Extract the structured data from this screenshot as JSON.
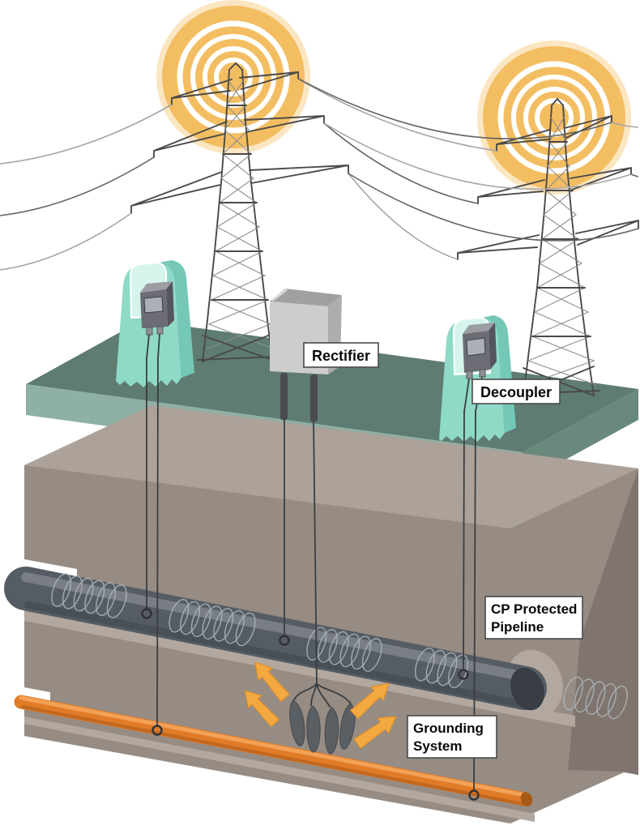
{
  "labels": {
    "rectifier": "Rectifier",
    "decoupler": "Decoupler",
    "pipeline_line1": "CP Protected",
    "pipeline_line2": "Pipeline",
    "grounding_line1": "Grounding",
    "grounding_line2": "System"
  },
  "colors": {
    "interference": "#F3BE62",
    "interference_glow": "#F7D190",
    "surface_top": "#5E7C71",
    "surface_front": "#8FB0A4",
    "surface_side": "#6A897D",
    "soil_top": "#ACA29A",
    "soil_front": "#968C84",
    "soil_side": "#7F756E",
    "soil_strip": "#B2A89F",
    "pipe": "#565C63",
    "pipe_highlight": "#7C8288",
    "pipe_cap": "#383E44",
    "coil": "#AEB8C0",
    "ground_rod": "#E07B28",
    "arrow": "#F3A93F",
    "station_body": "#8FD9C7",
    "station_side": "#74C8B5",
    "station_window": "#D6F4EC",
    "device_box": "#6C6C74",
    "rectifier_front": "#CDCDCB",
    "wire": "#3A3E42",
    "tower": "#4A4A4A",
    "label_bg": "#FFFFFF",
    "label_border": "#4A4A4A"
  }
}
